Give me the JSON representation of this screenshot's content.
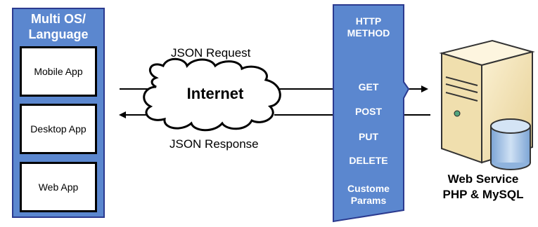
{
  "client": {
    "title_line1": "Multi OS/",
    "title_line2": "Language",
    "apps": [
      "Mobile App",
      "Desktop App",
      "Web App"
    ]
  },
  "transport": {
    "request_label": "JSON Request",
    "response_label": "JSON Response",
    "network_label": "Internet"
  },
  "http": {
    "title_line1": "HTTP",
    "title_line2": "METHOD",
    "methods": [
      "GET",
      "POST",
      "PUT",
      "DELETE"
    ],
    "custom_line1": "Custome",
    "custom_line2": "Params"
  },
  "server": {
    "label_line1": "Web Service",
    "label_line2": "PHP & MySQL"
  },
  "colors": {
    "panel_fill": "#5b87cf",
    "panel_border": "#2b3a8f",
    "server_fill": "#f3e3b6",
    "db_fill": "#a8c6e8"
  }
}
